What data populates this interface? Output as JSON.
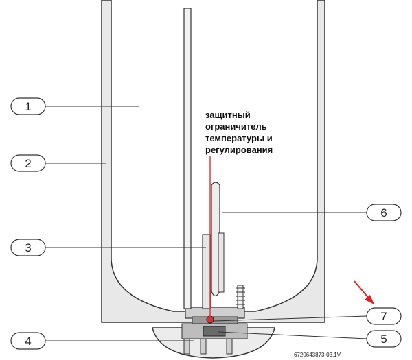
{
  "callouts": {
    "c1": "1",
    "c2": "2",
    "c3": "3",
    "c4": "4",
    "c5": "5",
    "c6": "6",
    "c7": "7"
  },
  "annotation": {
    "line1": "защитный",
    "line2": "ограничитель",
    "line3": "температуры и",
    "line4": "регулирования"
  },
  "drawing_code": "6720643873-03.1V",
  "colors": {
    "casing": "#e8e8e8",
    "tank": "#ffffff",
    "outline": "#333333",
    "accent_arrow": "#e02020",
    "accent_line": "#d94040"
  }
}
